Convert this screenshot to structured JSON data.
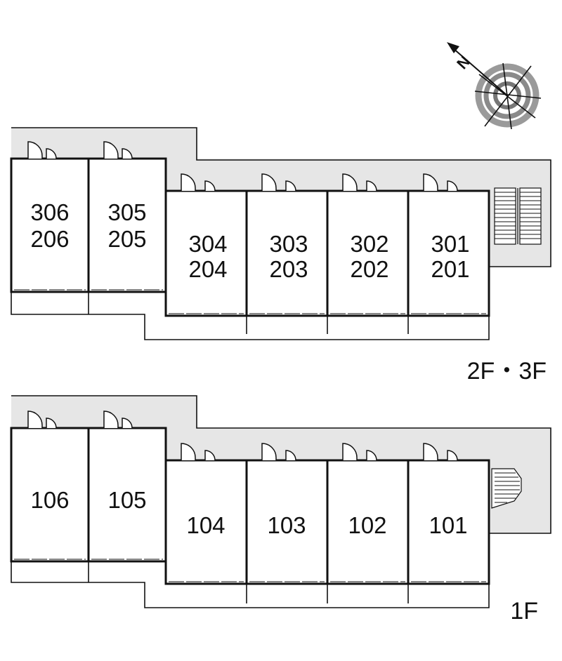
{
  "compass": {
    "north_label": "N",
    "icon": "compass-rose-icon"
  },
  "upper": {
    "floor_label": "2F・3F",
    "units": [
      {
        "top": "306",
        "bottom": "206"
      },
      {
        "top": "305",
        "bottom": "205"
      },
      {
        "top": "304",
        "bottom": "204"
      },
      {
        "top": "303",
        "bottom": "203"
      },
      {
        "top": "302",
        "bottom": "202"
      },
      {
        "top": "301",
        "bottom": "201"
      }
    ]
  },
  "lower": {
    "floor_label": "1F",
    "units": [
      {
        "label": "106"
      },
      {
        "label": "105"
      },
      {
        "label": "104"
      },
      {
        "label": "103"
      },
      {
        "label": "102"
      },
      {
        "label": "101"
      }
    ]
  },
  "colors": {
    "corridor": "#e6e6e6",
    "wall": "#111111",
    "compass_ring": "#9a9a9a"
  }
}
